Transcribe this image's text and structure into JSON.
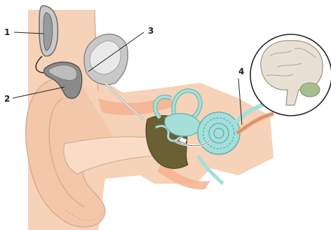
{
  "labels": {
    "l1": "1",
    "l2": "2",
    "l3": "3",
    "l4": "4"
  },
  "colors": {
    "skin": "#f3c7a9",
    "skin_light": "#f8dcc8",
    "skin_stroke": "#d7a88c",
    "inner": "#ef9b73",
    "tissue_dots": "#f0a07a",
    "middle_ear": "#6b6033",
    "cochlea": "#a6dfda",
    "cochlea_stroke": "#5fb5ae",
    "device_dark": "#555555",
    "device_mid": "#8a8a8a",
    "device_light": "#d0d0d0",
    "brain": "#e9e0d4",
    "cerebellum": "#a7bf8c"
  },
  "icons": {
    "brain": "brain-illustration",
    "processor": "speech-processor",
    "receiver": "implant-receiver",
    "cochlea": "cochlea-illustration"
  }
}
